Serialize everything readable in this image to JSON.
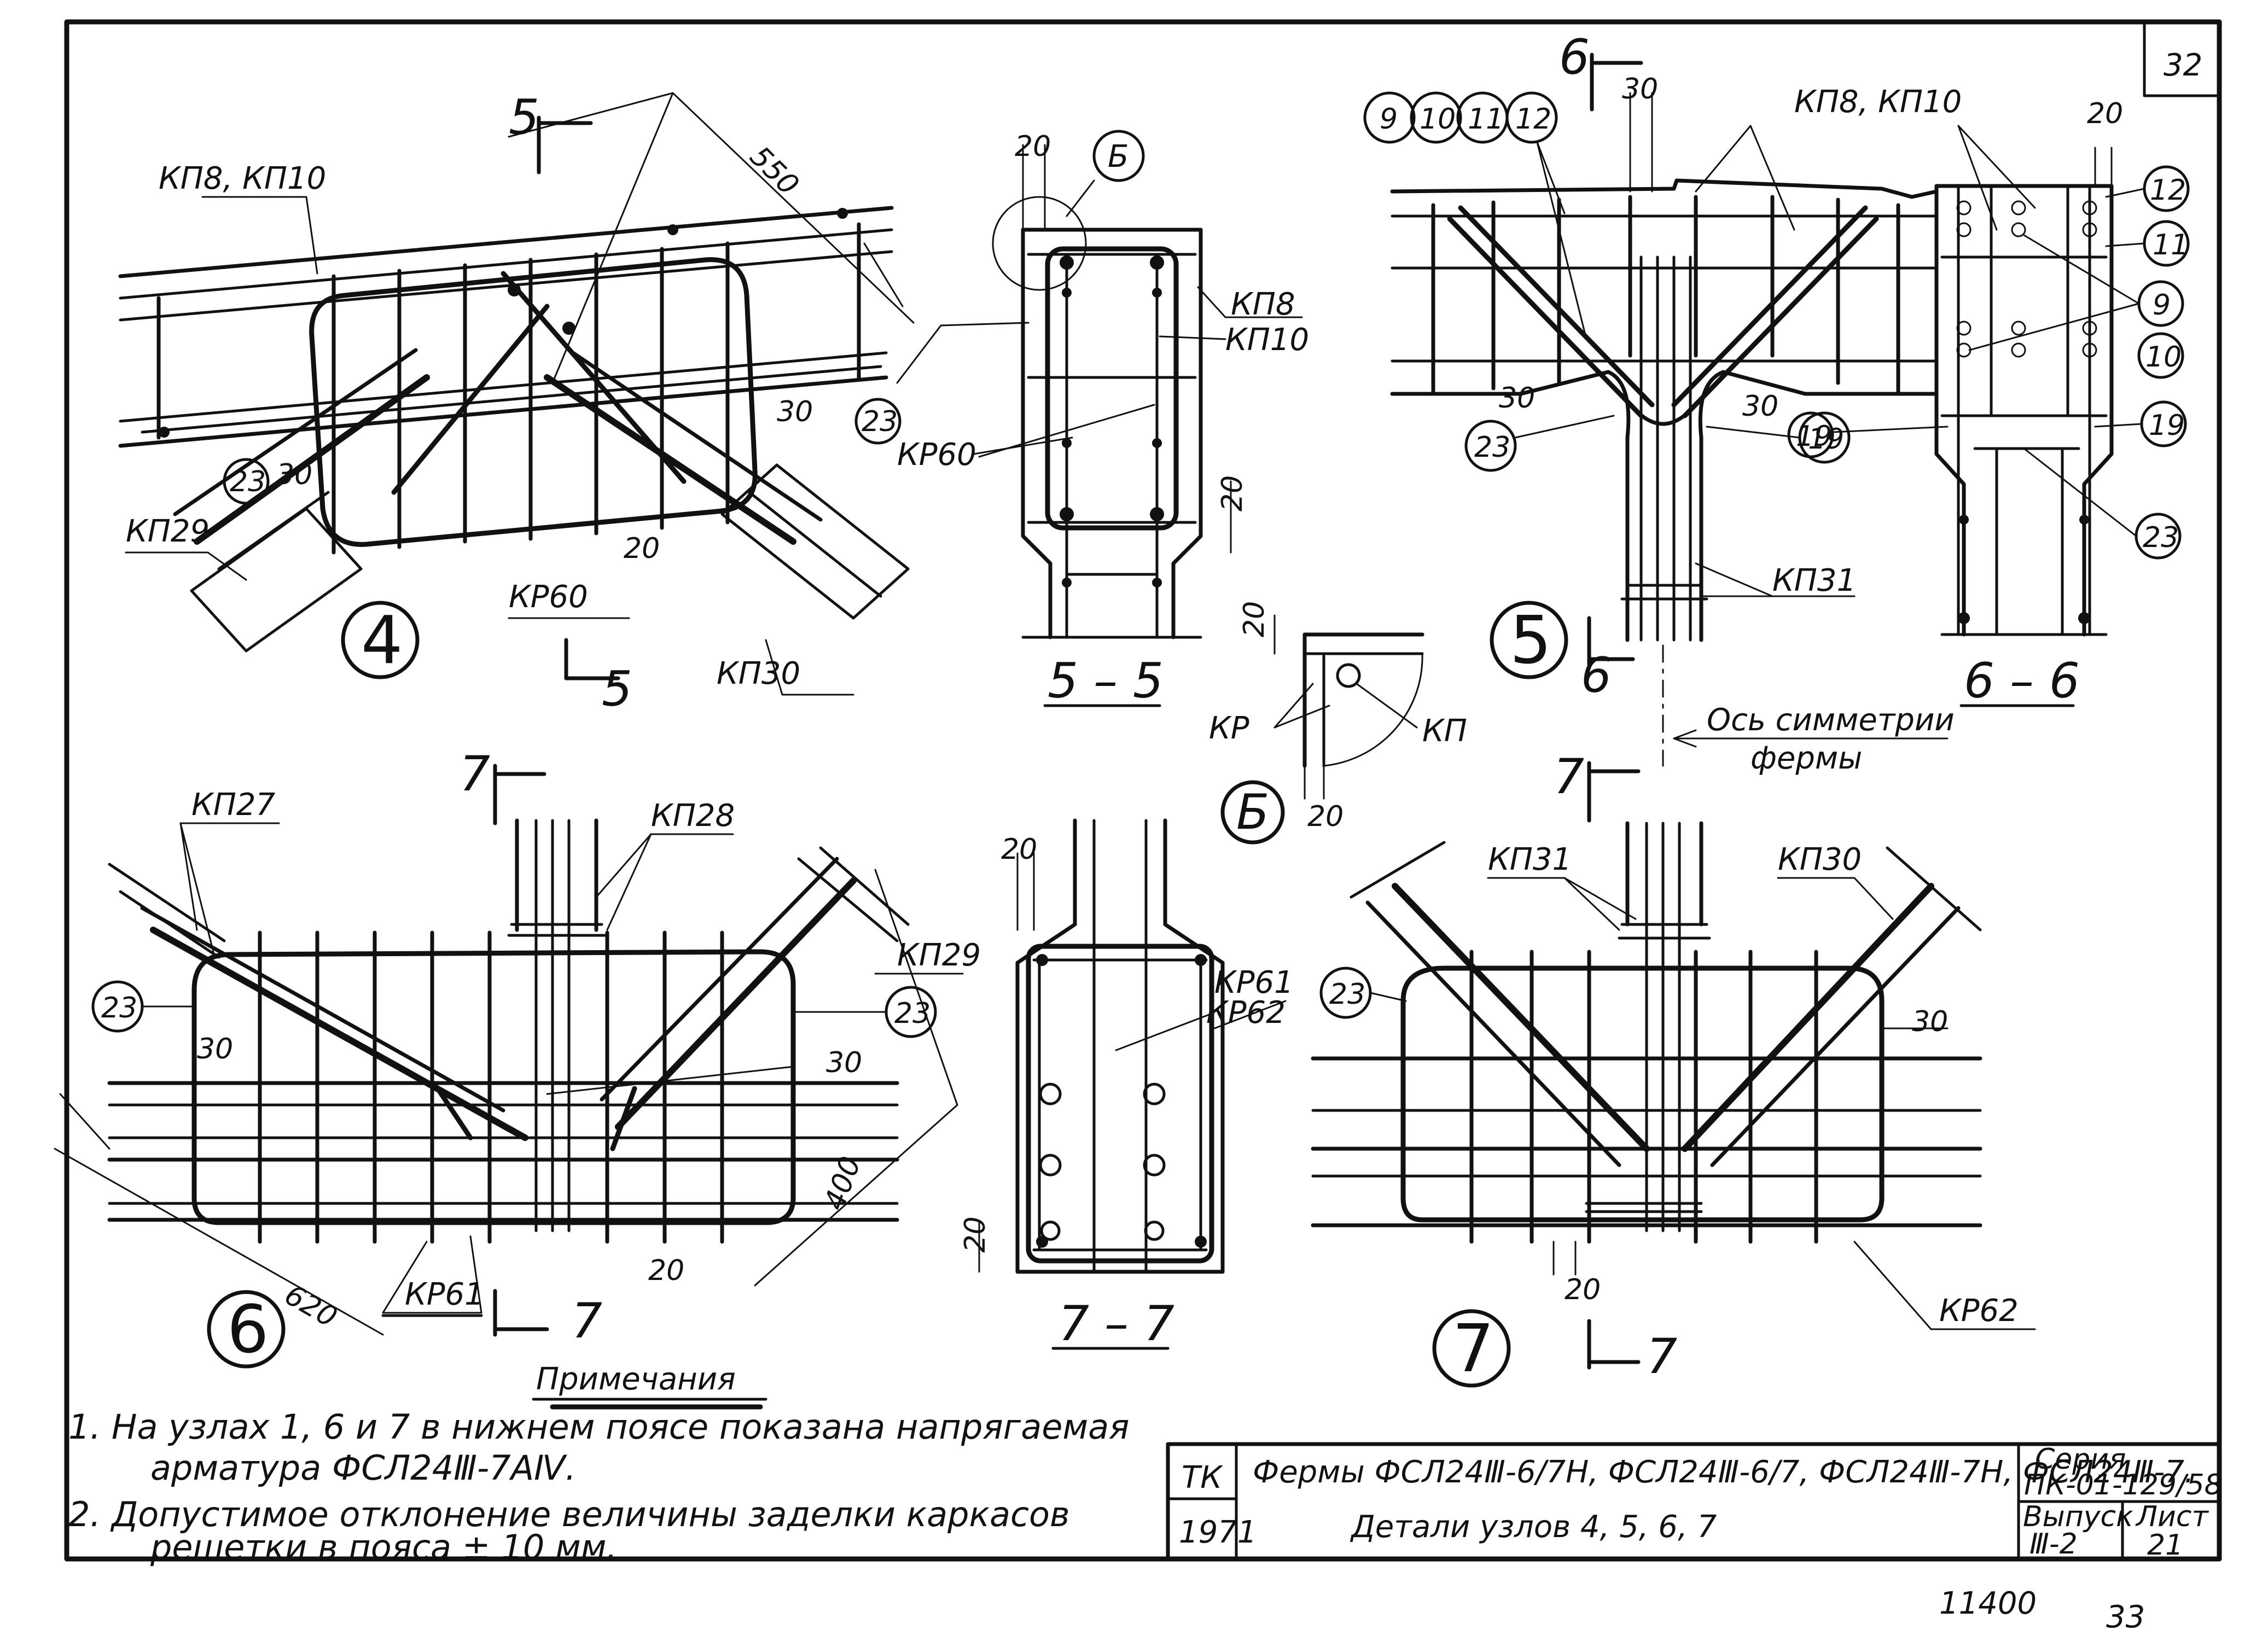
{
  "sheet": {
    "number": "32",
    "bottom_numbers": [
      "11400",
      "33"
    ]
  },
  "node4": {
    "label": "4",
    "section_mark_top": "5",
    "section_mark_bottom": "5",
    "dim_550": "550",
    "dim_30": "30",
    "dim_30b": "30",
    "dim_20": "20",
    "frame_top": "КП8, КП10",
    "frame_left": "КП29",
    "frame_bottom": "КР60",
    "frame_right": "КП30",
    "pos_left": "23",
    "pos_right": "23"
  },
  "section55": {
    "label": "5 – 5",
    "dim_top": "20",
    "dim_side": "20",
    "callout": "Б",
    "frame_a": "КП8",
    "frame_b": "КП10",
    "frame_c": "КР60"
  },
  "node5": {
    "label": "5",
    "section_mark_top": "6",
    "section_mark_bottom": "6",
    "dim_30_top": "30",
    "dim_30_left": "30",
    "dim_30_right": "30",
    "frame_top": "КП8, КП10",
    "frame_bottom": "КП31",
    "positions": [
      "9",
      "10",
      "11",
      "12"
    ],
    "pos_left": "23",
    "pos_right": "19",
    "symmetry_axis": "Ось симметрии",
    "symmetry_axis2": "фермы"
  },
  "section66": {
    "label": "6 – 6",
    "dim_top": "20",
    "positions": [
      "12",
      "11",
      "9",
      "10",
      "19",
      "19",
      "23"
    ]
  },
  "detailB": {
    "label": "Б",
    "dim_top": "20",
    "dim_bottom": "20",
    "frame_kr": "КР",
    "frame_kp": "КП"
  },
  "node6": {
    "label": "6",
    "section_mark_top": "7",
    "section_mark_bottom": "7",
    "dim_620": "620",
    "dim_400": "400",
    "dim_30_left": "30",
    "dim_30_right": "30",
    "dim_20": "20",
    "frame_kp27": "КП27",
    "frame_kp28": "КП28",
    "frame_kp29": "КП29",
    "frame_kr61": "КР61",
    "pos_left": "23",
    "pos_right": "23"
  },
  "section77": {
    "label": "7 – 7",
    "dim_top": "20",
    "dim_side": "20",
    "frame_a": "КР61",
    "frame_b": "КР62"
  },
  "node7": {
    "label": "7",
    "section_mark_top": "7",
    "section_mark_bottom": "7",
    "dim_30": "30",
    "dim_20": "20",
    "frame_kp31": "КП31",
    "frame_kp30": "КП30",
    "frame_kr62": "КР62",
    "pos_left": "23"
  },
  "notes": {
    "title": "Примечания",
    "line1": "1. На узлах 1, 6 и 7 в нижнем поясе показана напрягаемая",
    "line2": "арматура ФСЛ24Ⅲ-7АⅣ.",
    "line3": "2. Допустимое отклонение величины заделки каркасов",
    "line4": "решетки в пояса ± 10 мм."
  },
  "title_block": {
    "org": "ТК",
    "year": "1971",
    "title_line1": "Фермы ФСЛ24Ⅲ-6/7Н, ФСЛ24Ⅲ-6/7, ФСЛ24Ⅲ-7Н, ФСЛ24Ⅲ-7.",
    "title_line2": "Детали узлов 4, 5, 6, 7",
    "series_label": "Серия",
    "series_value": "ПК-01-129/58",
    "issue_label": "Выпуск",
    "issue_value": "Ⅲ-2",
    "sheet_label": "Лист",
    "sheet_value": "21"
  }
}
